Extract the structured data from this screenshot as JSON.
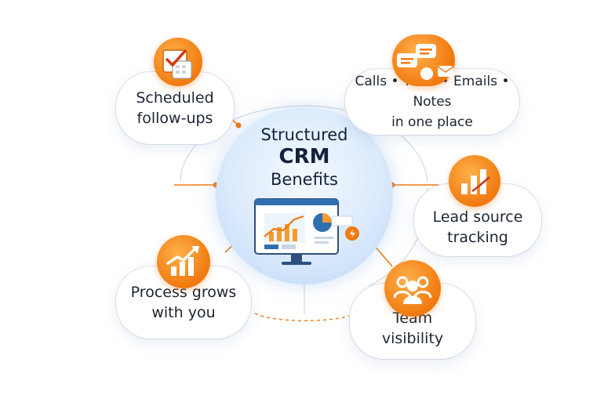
{
  "center": {
    "line1": "Structured",
    "line2": "CRM",
    "line3": "Benefits"
  },
  "benefits": [
    {
      "id": "scheduled",
      "line1": "Scheduled",
      "line2": "follow-ups",
      "icon": "calendar-check-icon"
    },
    {
      "id": "calls",
      "line1": "Calls • Texts • Emails • Notes",
      "line2": "in one place",
      "icon": "chat-bubbles-icon"
    },
    {
      "id": "lead",
      "line1": "Lead source",
      "line2": "tracking",
      "icon": "bar-chart-icon"
    },
    {
      "id": "team",
      "line1": "Team",
      "line2": "visibility",
      "icon": "team-icon"
    },
    {
      "id": "process",
      "line1": "Process grows",
      "line2": "with you",
      "icon": "growth-chart-icon"
    }
  ],
  "colors": {
    "accent": "#f07a10",
    "navy": "#14213d",
    "blue": "#2f6fb0"
  }
}
